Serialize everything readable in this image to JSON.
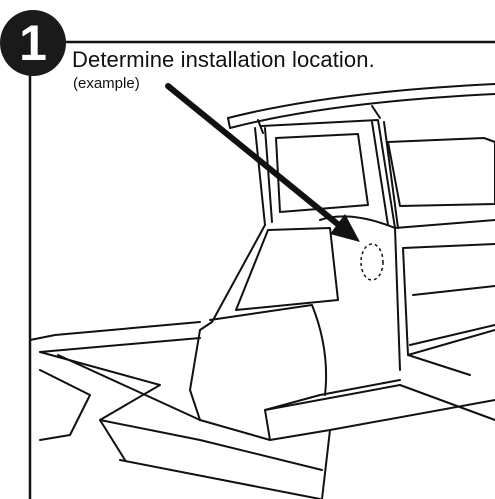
{
  "step": {
    "number": "1",
    "title": "Determine installation location.",
    "note": "(example)"
  },
  "colors": {
    "ink": "#111111",
    "badge": "#1a1a1a",
    "background": "#ffffff"
  },
  "icons": {
    "pointer": "arrow-icon",
    "location": "dashed-ellipse-marker-icon"
  }
}
